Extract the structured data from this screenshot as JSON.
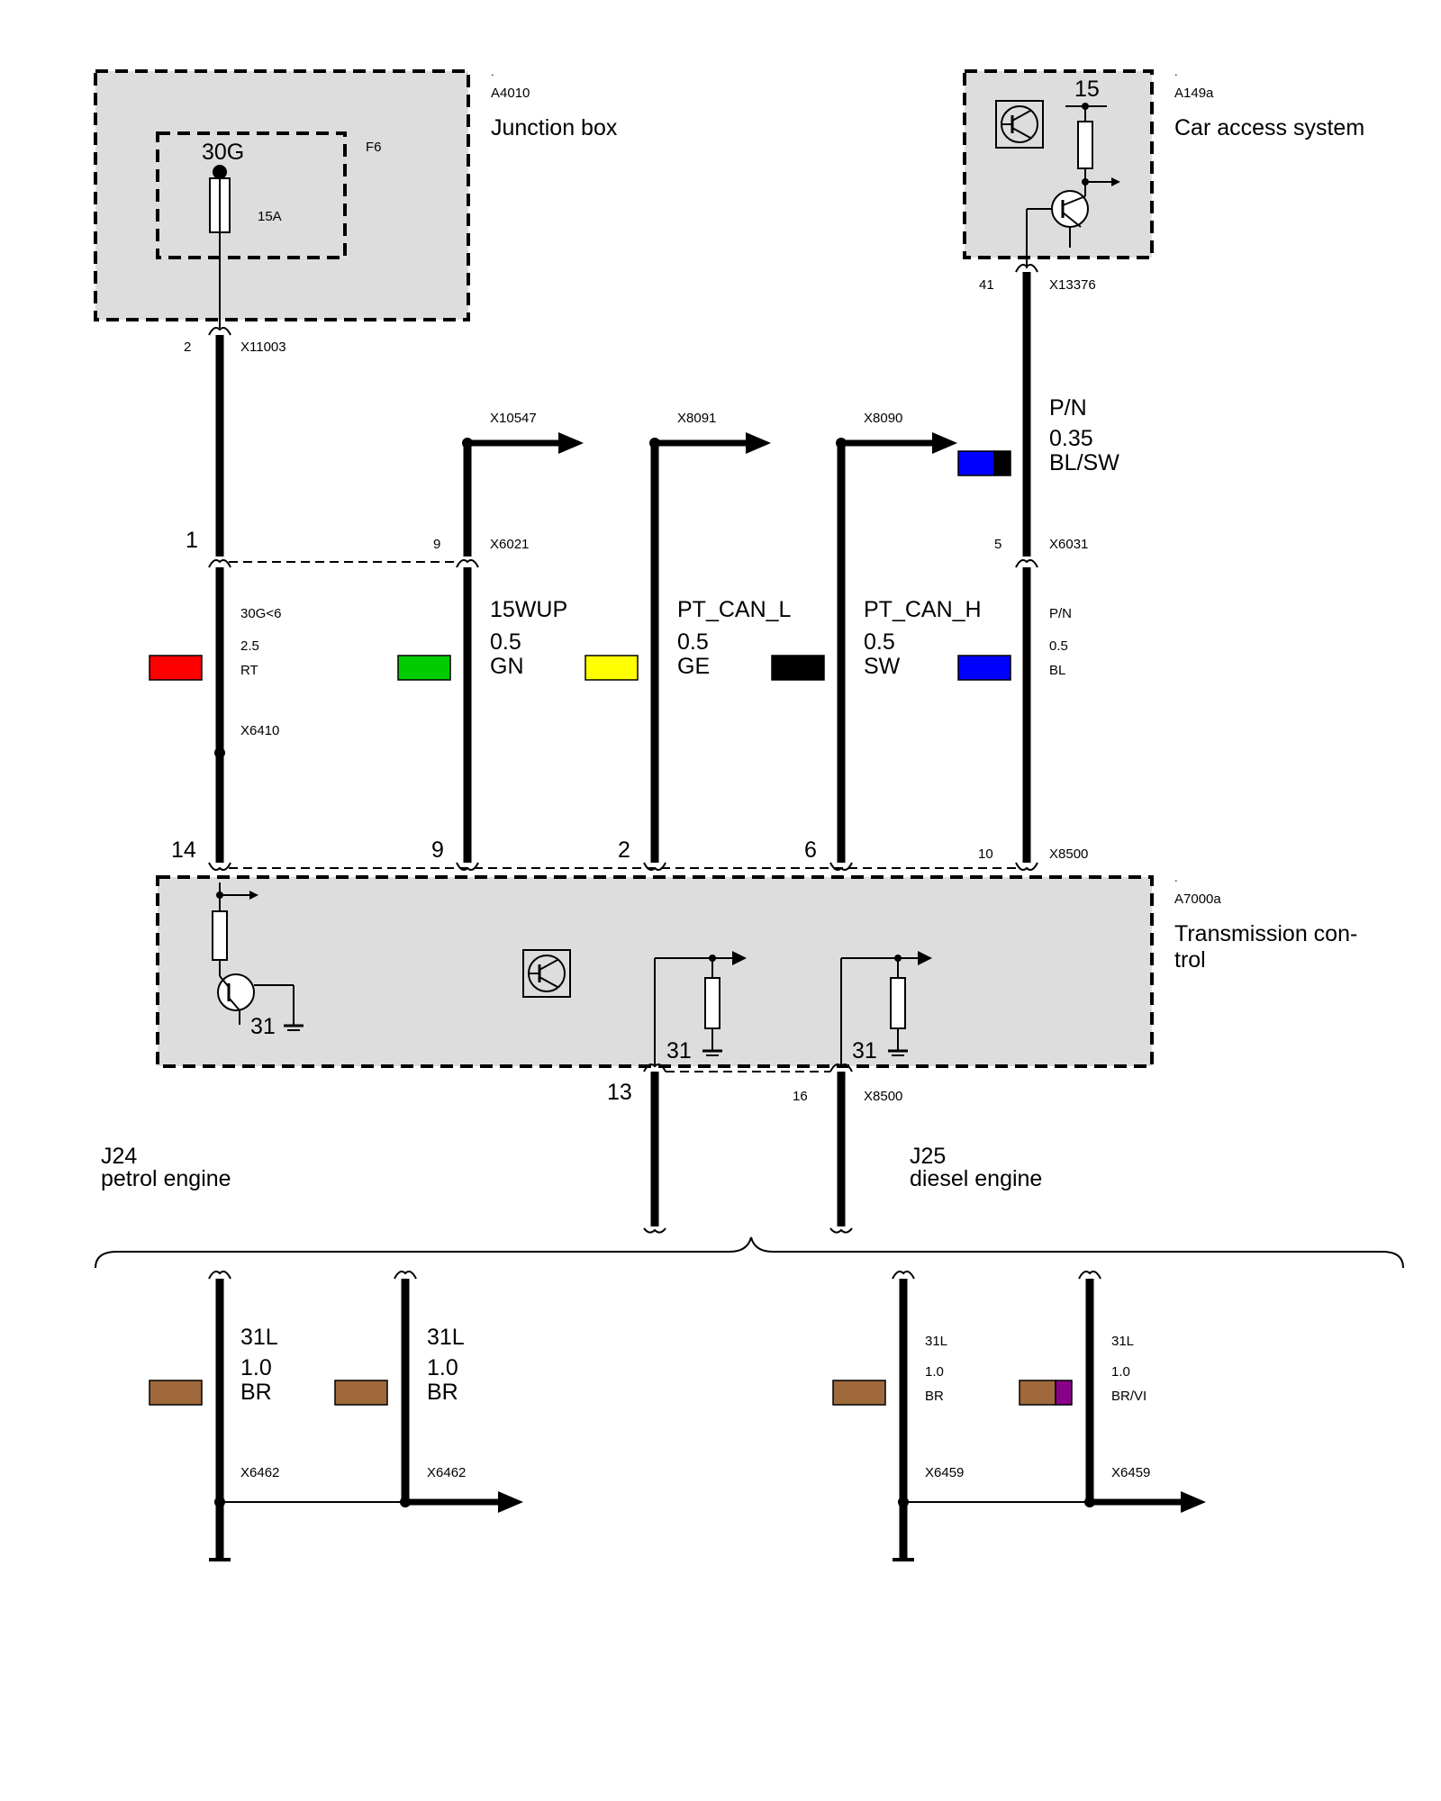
{
  "colors": {
    "box_fill": "#dddddd",
    "red": "#ff0000",
    "green": "#00cc00",
    "yellow": "#ffff00",
    "black": "#000000",
    "blue": "#0000ff",
    "brown": "#a0693c",
    "violet": "#8b008b"
  },
  "icons": [
    "transistor-icon",
    "resistor-icon",
    "fuse-icon",
    "ground-icon",
    "arrow-icon"
  ],
  "components": {
    "junction_box": {
      "id": "A4010",
      "name": "Junction box",
      "dot": "."
    },
    "fuse": {
      "id": "F6",
      "terminal": "30G",
      "rating": "15A"
    },
    "car_access": {
      "id": "A149a",
      "name": "Car access system",
      "dot": ".",
      "terminal": "15"
    },
    "transmission": {
      "id": "A7000a",
      "name_line1": "Transmission con-",
      "name_line2": "trol",
      "dot": "."
    }
  },
  "pins": {
    "x11003_pin": "2",
    "x11003": "X11003",
    "x13376_pin": "41",
    "x13376": "X13376",
    "x6021_pin_left": "1",
    "x6021_pin": "9",
    "x6021": "X6021",
    "x6031_pin": "5",
    "x6031": "X6031",
    "x10547": "X10547",
    "x8091": "X8091",
    "x8090": "X8090",
    "x6410": "X6410",
    "x8500_pin14": "14",
    "x8500_pin9": "9",
    "x8500_pin2": "2",
    "x8500_pin6": "6",
    "x8500_pin10": "10",
    "x8500": "X8500",
    "x8500_bot_pin13": "13",
    "x8500_bot_pin16": "16",
    "x8500_bot": "X8500",
    "ground_31_a": "31",
    "ground_31_b": "31",
    "ground_31_c": "31"
  },
  "wires": {
    "w30g": {
      "signal": "30G<6",
      "size": "2.5",
      "color": "RT"
    },
    "w15wup": {
      "signal": "15WUP",
      "size": "0.5",
      "color": "GN"
    },
    "wcanl": {
      "signal": "PT_CAN_L",
      "size": "0.5",
      "color": "GE"
    },
    "wcanh": {
      "signal": "PT_CAN_H",
      "size": "0.5",
      "color": "SW"
    },
    "wpn_top": {
      "signal": "P/N",
      "size": "0.35",
      "color": "BL/SW"
    },
    "wpn": {
      "signal": "P/N",
      "size": "0.5",
      "color": "BL"
    }
  },
  "variants": {
    "j24": {
      "code": "J24",
      "name": "petrol engine"
    },
    "j25": {
      "code": "J25",
      "name": "diesel engine"
    }
  },
  "ground_wires": {
    "g1": {
      "signal": "31L",
      "size": "1.0",
      "color": "BR",
      "conn": "X6462"
    },
    "g2": {
      "signal": "31L",
      "size": "1.0",
      "color": "BR",
      "conn": "X6462"
    },
    "g3": {
      "signal": "31L",
      "size": "1.0",
      "color": "BR",
      "conn": "X6459"
    },
    "g4": {
      "signal": "31L",
      "size": "1.0",
      "color": "BR/VI",
      "conn": "X6459"
    }
  }
}
